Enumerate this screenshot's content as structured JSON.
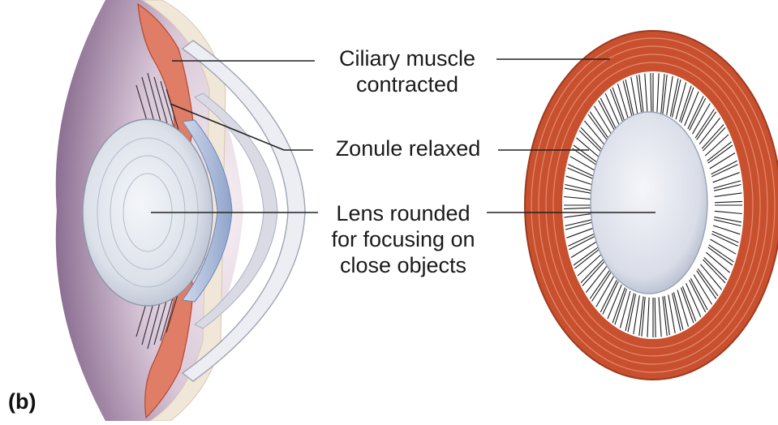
{
  "labels": {
    "ciliary": [
      "Ciliary muscle",
      "contracted"
    ],
    "zonule": [
      "Zonule relaxed"
    ],
    "lens": [
      "Lens rounded",
      "for focusing on",
      "close objects"
    ]
  },
  "panel_tag": "(b)",
  "colors": {
    "muscle": "#c8502e",
    "muscle_light": "#e9a08a",
    "lens": "#dfe3ea",
    "iris": "#a9b9d8",
    "cornea": "#e4e4ea",
    "eye_shadow": "#6b5a80",
    "zonule": "#1a1a1a"
  }
}
